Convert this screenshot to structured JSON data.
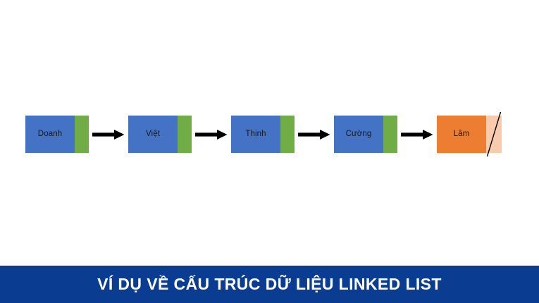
{
  "diagram": {
    "type": "linked-list",
    "title": "Linked list example diagram",
    "nodes": [
      {
        "label": "Doanh",
        "data_color": "#4472C4",
        "pointer_color": "#70AD47",
        "is_null": false
      },
      {
        "label": "Việt",
        "data_color": "#4472C4",
        "pointer_color": "#70AD47",
        "is_null": false
      },
      {
        "label": "Thịnh",
        "data_color": "#4472C4",
        "pointer_color": "#70AD47",
        "is_null": false
      },
      {
        "label": "Cường",
        "data_color": "#4472C4",
        "pointer_color": "#70AD47",
        "is_null": false
      },
      {
        "label": "Lâm",
        "data_color": "#ED7D31",
        "pointer_color": "#F8CBAD",
        "is_null": true
      }
    ],
    "arrows": [
      {
        "name": "arrow-doanh-to-viet",
        "color": "#000000"
      },
      {
        "name": "arrow-viet-to-thinh",
        "color": "#000000"
      },
      {
        "name": "arrow-thinh-to-cuong",
        "color": "#000000"
      },
      {
        "name": "arrow-cuong-to-lam",
        "color": "#000000"
      }
    ],
    "null_terminator": {
      "name": "null-slash-icon",
      "color": "#000000"
    }
  },
  "footer": {
    "text": "VÍ DỤ VỀ CẤU TRÚC DỮ LIỆU LINKED LIST",
    "background_color": "#0A3D91",
    "text_color": "#FFFFFF"
  },
  "canvas": {
    "background_color": "#FFFFFF"
  }
}
